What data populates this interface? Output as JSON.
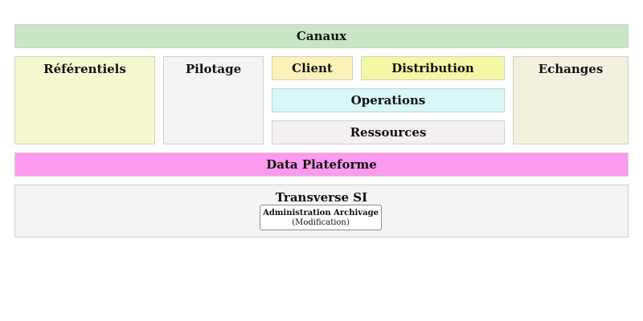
{
  "blocks": {
    "canaux": {
      "label": "Canaux",
      "color": "#c8e6c6"
    },
    "referentiels": {
      "label": "Référentiels",
      "color": "#f6f8d0"
    },
    "pilotage": {
      "label": "Pilotage",
      "color": "#f4f4f4"
    },
    "client": {
      "label": "Client",
      "color": "#fcf2b8"
    },
    "distribution": {
      "label": "Distribution",
      "color": "#f4f8a4"
    },
    "operations": {
      "label": "Operations",
      "color": "#d8f8f8"
    },
    "ressources": {
      "label": "Ressources",
      "color": "#f4f0f0"
    },
    "echanges": {
      "label": "Echanges",
      "color": "#f4f0e0"
    },
    "data_plateforme": {
      "label": "Data Plateforme",
      "color": "#fc9aee"
    },
    "transverse": {
      "label": "Transverse SI",
      "color": "#f4f4f4",
      "sub": {
        "title": "Administration Archivage",
        "note": "(Modification)"
      }
    }
  }
}
